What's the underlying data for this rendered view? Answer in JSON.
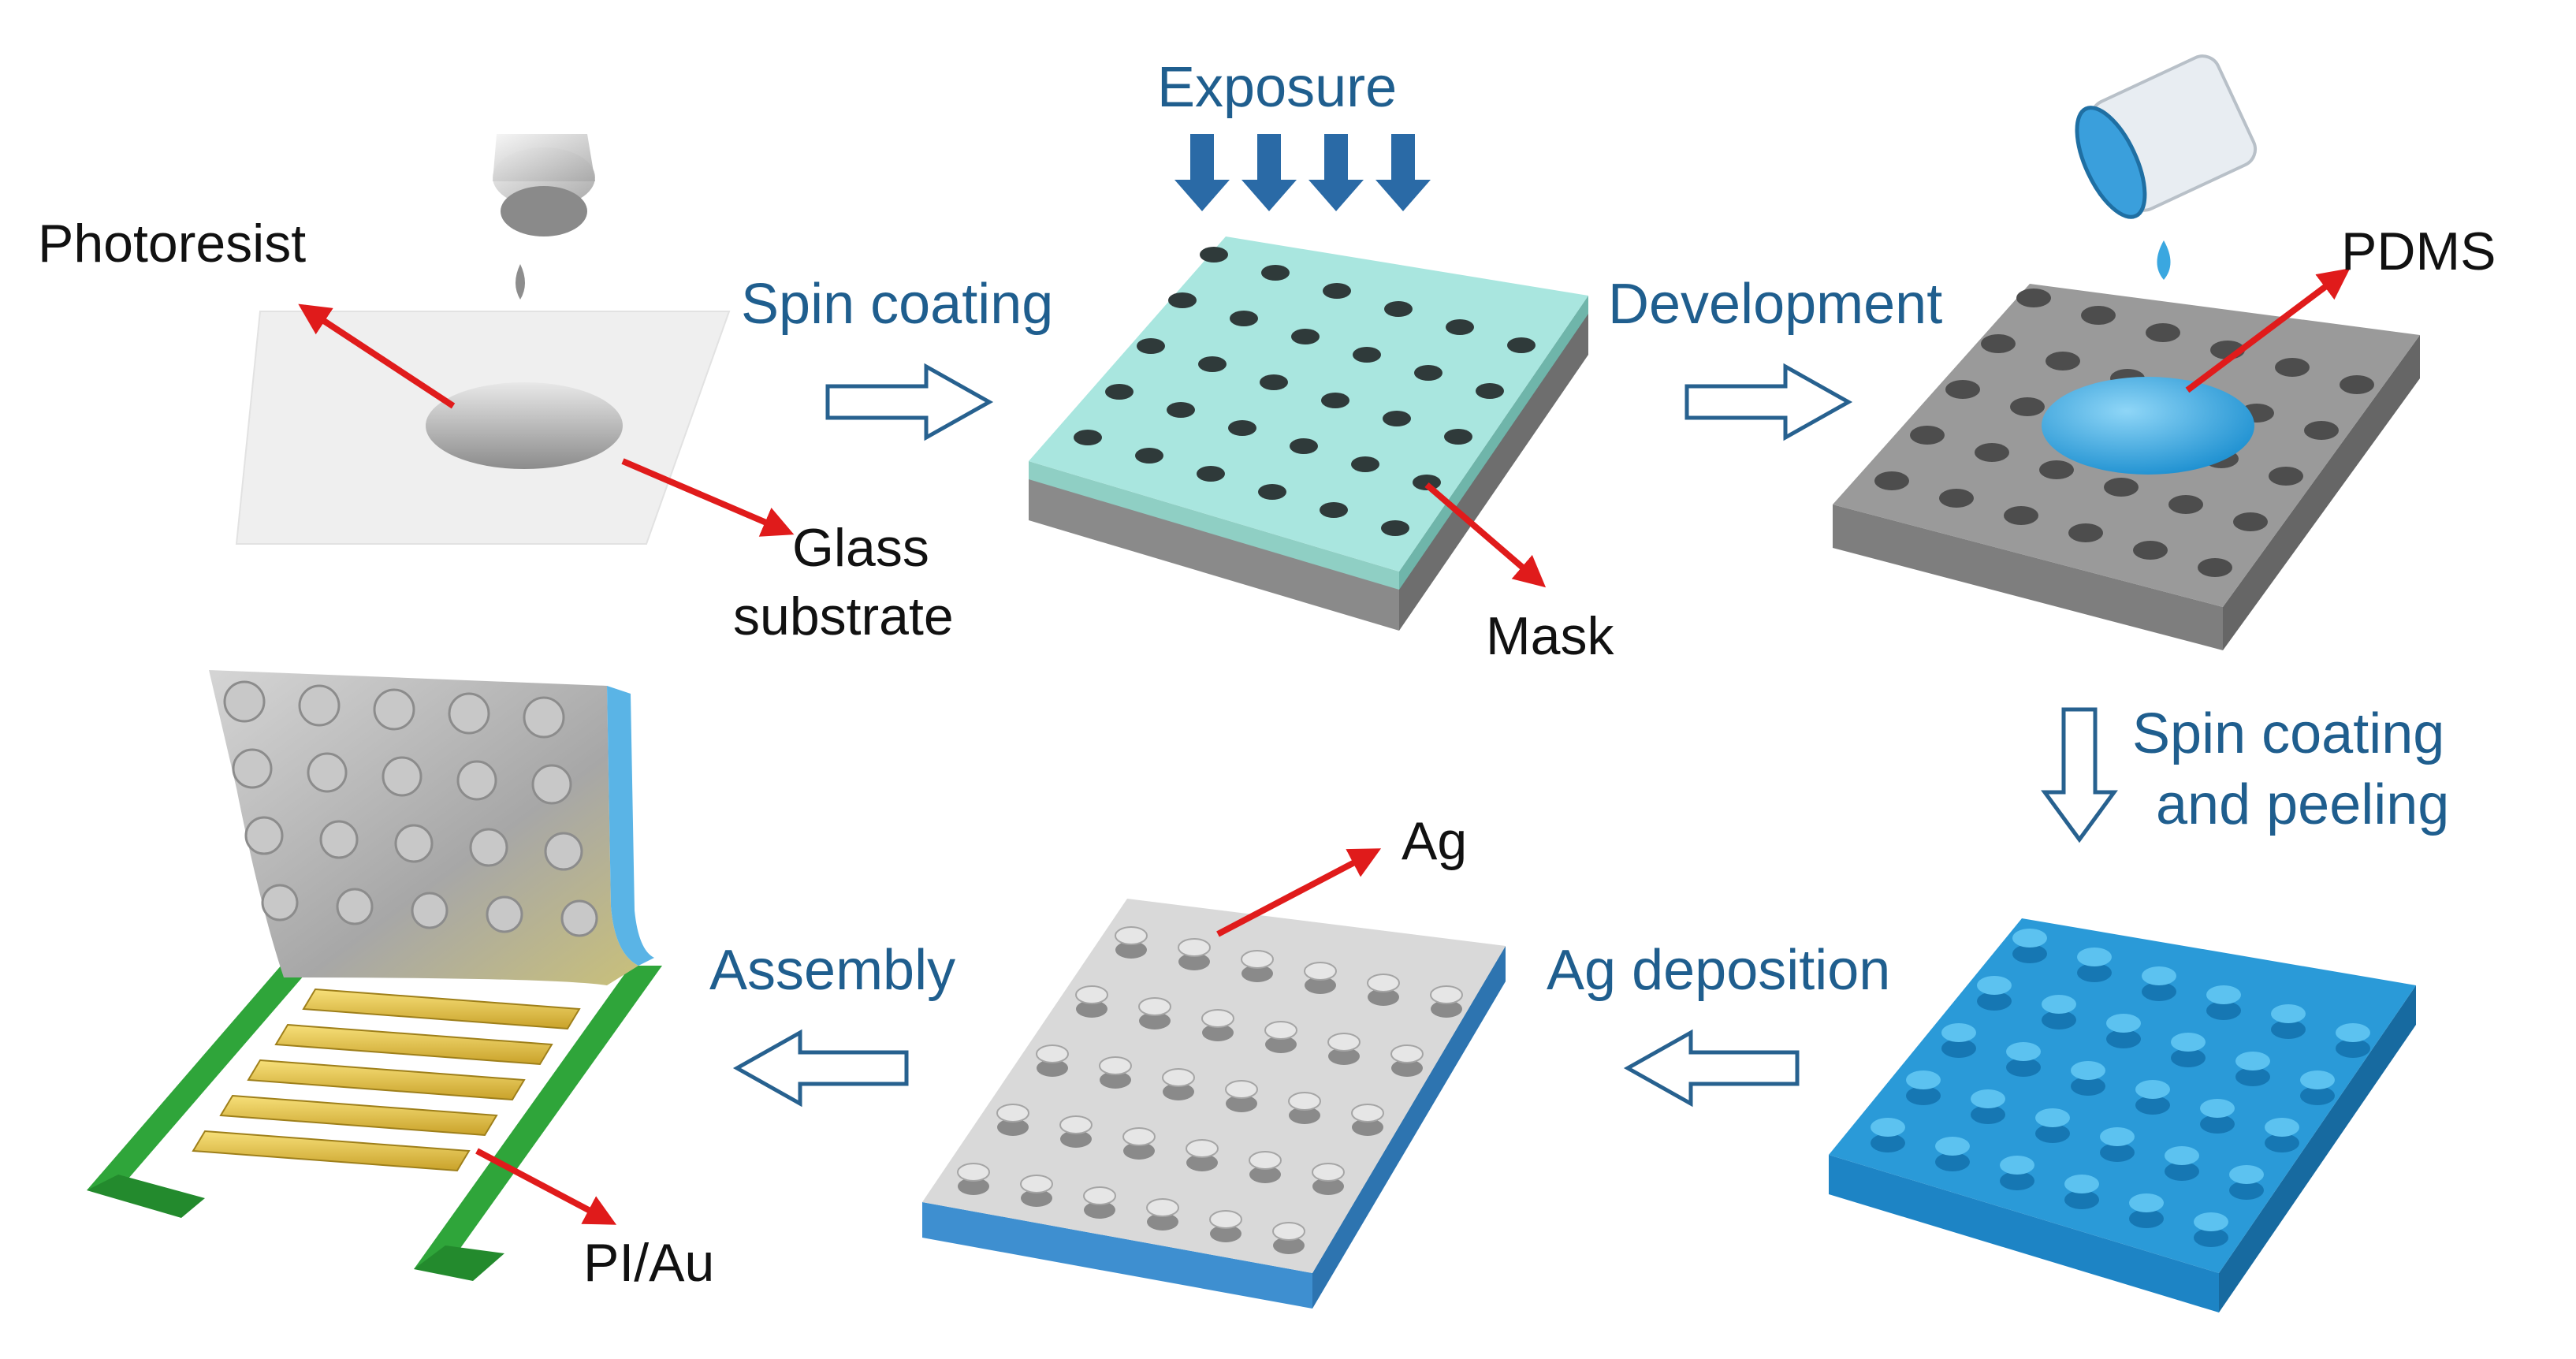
{
  "steps": {
    "spin_coating": "Spin coating",
    "exposure": "Exposure",
    "development": "Development",
    "spin_coating_peeling_line1": "Spin coating",
    "spin_coating_peeling_line2": "and peeling",
    "ag_deposition": "Ag deposition",
    "assembly": "Assembly"
  },
  "labels": {
    "photoresist": "Photoresist",
    "glass_line1": "Glass",
    "glass_line2": "substrate",
    "mask": "Mask",
    "pdms": "PDMS",
    "ag": "Ag",
    "pi_au": "PI/Au"
  },
  "colors": {
    "step_text": "#1f5e8e",
    "arrow_outline": "#27618f",
    "pointer_red": "#e01b1b",
    "exposure_arrow": "#2a6aa6",
    "mask_top": "#a9e6df",
    "mold_grey": "#8f8f8f",
    "pdms_blue": "#3aa7e0",
    "ag_silver": "#c9c9c9",
    "electrode_green": "#2fa53a",
    "gold": "#e0c040"
  }
}
